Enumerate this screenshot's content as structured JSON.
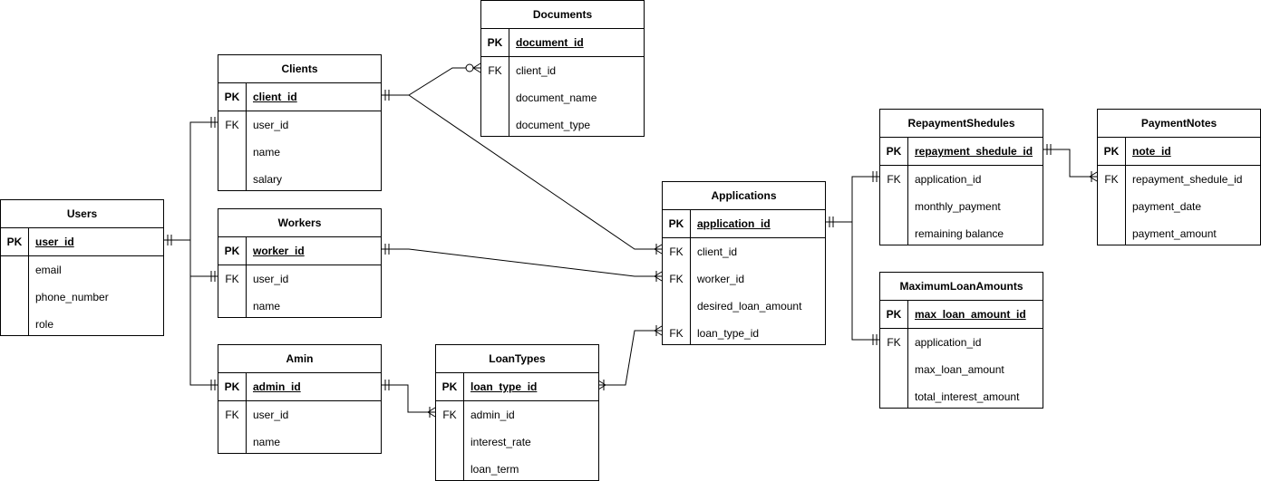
{
  "entities": {
    "users": {
      "title": "Users",
      "pk_label": "PK",
      "pk": "user_id",
      "fk_label": "",
      "attrs": [
        "email",
        "phone_number",
        "role"
      ]
    },
    "clients": {
      "title": "Clients",
      "pk_label": "PK",
      "pk": "client_id",
      "fk_label": "FK",
      "attrs": [
        "user_id",
        "name",
        "salary"
      ]
    },
    "workers": {
      "title": "Workers",
      "pk_label": "PK",
      "pk": "worker_id",
      "fk_label": "FK",
      "attrs": [
        "user_id",
        "name"
      ]
    },
    "amin": {
      "title": "Amin",
      "pk_label": "PK",
      "pk": "admin_id",
      "fk_label": "FK",
      "attrs": [
        "user_id",
        "name"
      ]
    },
    "documents": {
      "title": "Documents",
      "pk_label": "PK",
      "pk": "document_id",
      "fk_label": "FK",
      "attrs": [
        "client_id",
        "document_name",
        "document_type"
      ]
    },
    "loantypes": {
      "title": "LoanTypes",
      "pk_label": "PK",
      "pk": "loan_type_id",
      "fk_label": "FK",
      "attrs": [
        "admin_id",
        "interest_rate",
        "loan_term"
      ]
    },
    "applications": {
      "title": "Applications",
      "pk_label": "PK",
      "pk": "application_id",
      "fk_labels": [
        "FK",
        "FK",
        "",
        "FK"
      ],
      "attrs": [
        "client_id",
        "worker_id",
        "desired_loan_amount",
        "loan_type_id"
      ]
    },
    "repayment": {
      "title": "RepaymentShedules",
      "pk_label": "PK",
      "pk": "repayment_shedule_id",
      "fk_label": "FK",
      "attrs": [
        "application_id",
        "monthly_payment",
        "remaining balance"
      ]
    },
    "maxloan": {
      "title": "MaximumLoanAmounts",
      "pk_label": "PK",
      "pk": "max_loan_amount_id",
      "fk_label": "FK",
      "attrs": [
        "application_id",
        "max_loan_amount",
        "total_interest_amount"
      ]
    },
    "paymentnotes": {
      "title": "PaymentNotes",
      "pk_label": "PK",
      "pk": "note_id",
      "fk_label": "FK",
      "attrs": [
        "repayment_shedule_id",
        "payment_date",
        "payment_amount"
      ]
    }
  },
  "relationships": [
    {
      "from": "Users",
      "to": "Clients",
      "cardinality": "one-to-one"
    },
    {
      "from": "Users",
      "to": "Workers",
      "cardinality": "one-to-one"
    },
    {
      "from": "Users",
      "to": "Amin",
      "cardinality": "one-to-one"
    },
    {
      "from": "Clients",
      "to": "Documents",
      "cardinality": "one-to-zero-or-many"
    },
    {
      "from": "Clients",
      "to": "Applications",
      "cardinality": "one-to-many"
    },
    {
      "from": "Workers",
      "to": "Applications",
      "cardinality": "one-to-many"
    },
    {
      "from": "Amin",
      "to": "LoanTypes",
      "cardinality": "one-to-many"
    },
    {
      "from": "LoanTypes",
      "to": "Applications",
      "cardinality": "many-to-many"
    },
    {
      "from": "Applications",
      "to": "RepaymentShedules",
      "cardinality": "one-to-one"
    },
    {
      "from": "Applications",
      "to": "MaximumLoanAmounts",
      "cardinality": "one-to-one"
    },
    {
      "from": "RepaymentShedules",
      "to": "PaymentNotes",
      "cardinality": "one-to-many"
    }
  ]
}
